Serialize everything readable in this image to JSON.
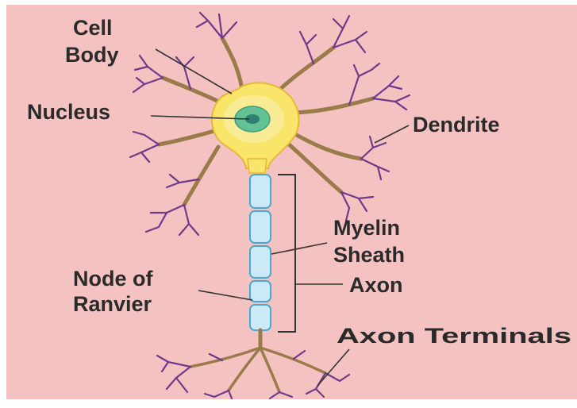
{
  "labels": {
    "cell_body_line1": "Cell",
    "cell_body_line2": "Body",
    "nucleus": "Nucleus",
    "dendrite": "Dendrite",
    "myelin_line1": "Myelin",
    "myelin_line2": "Sheath",
    "node_line1": "Node of",
    "node_line2": "Ranvier",
    "axon": "Axon",
    "axon_terminals": "Axon Terminals"
  },
  "colors": {
    "background": "#f5c2c2",
    "frame": "#ffffff",
    "cell_body": "#f8e56a",
    "cell_body_edge": "#e6b73a",
    "nucleus": "#63c295",
    "nucleolus": "#2f7f72",
    "myelin": "#cbe9f7",
    "myelin_edge": "#4aa7cf",
    "dendrite_tip": "#6f3a8a",
    "branch": "#9a7b4a",
    "leader": "#333333"
  }
}
